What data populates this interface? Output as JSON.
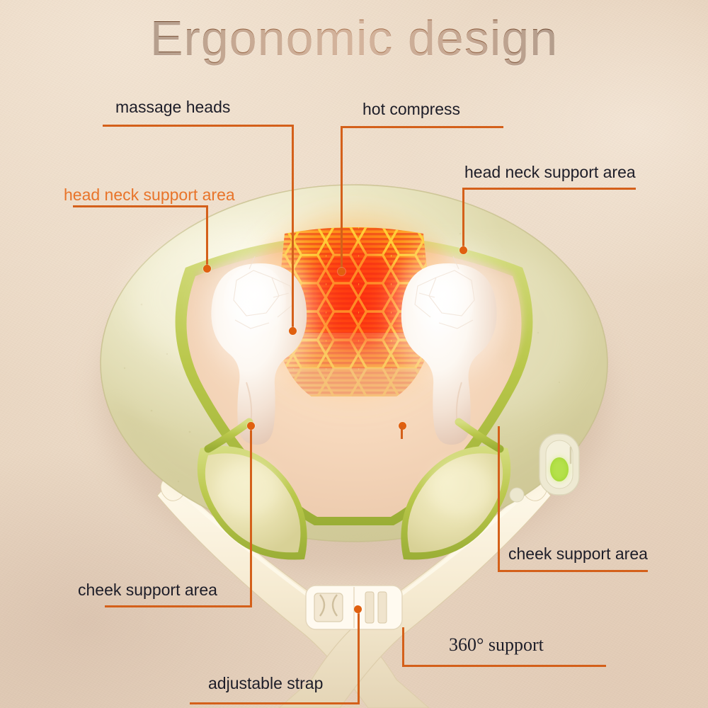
{
  "title": "Ergonomic design",
  "title_colors": {
    "edge": "#4a3122",
    "mid": "#a9714c"
  },
  "theme": {
    "background": "#ebdac6",
    "leader_line": "#d4601a",
    "dot": "#e0600f",
    "label_dark": "#1d1d28",
    "label_orange": "#e8742a",
    "device_body": "#ddd9ab",
    "device_trim": "#b9c74a",
    "heat_core": "#e8361b",
    "heat_glow": "#ffb414",
    "massage_head": "#ffffff",
    "strap": "#f6ecd6",
    "led": "#9fd42e"
  },
  "callouts": [
    {
      "id": "massage-heads",
      "label": "massage heads",
      "color": "dark"
    },
    {
      "id": "hot-compress",
      "label": "hot compress",
      "color": "dark"
    },
    {
      "id": "head-neck-support-left",
      "label": "head neck support area",
      "color": "orange"
    },
    {
      "id": "head-neck-support-right",
      "label": "head neck support area",
      "color": "dark"
    },
    {
      "id": "cheek-support-left",
      "label": "cheek support area",
      "color": "dark"
    },
    {
      "id": "cheek-support-right",
      "label": "cheek support area",
      "color": "dark"
    },
    {
      "id": "adjustable-strap",
      "label": "adjustable strap",
      "color": "dark"
    },
    {
      "id": "support-360",
      "label": "360°  support",
      "color": "dark"
    }
  ],
  "product": {
    "parts": [
      "neck-massager-shell",
      "massage-head-left",
      "massage-head-right",
      "heating-pad-honeycomb",
      "cheek-support-pad-left",
      "cheek-support-pad-right",
      "adjustable-strap",
      "strap-buckle",
      "power-button",
      "led-indicator"
    ]
  }
}
